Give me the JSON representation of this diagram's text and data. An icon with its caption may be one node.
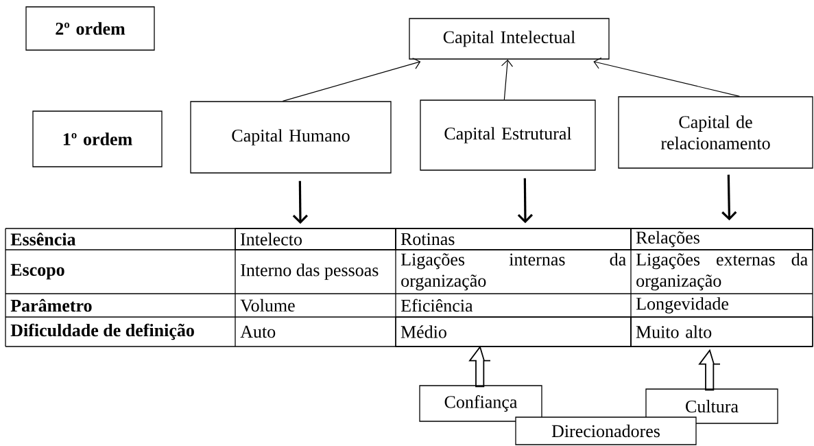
{
  "diagram": {
    "nodes": [
      {
        "text": [
          "2º ordem"
        ]
      },
      {
        "text": [
          "Capital Intelectual"
        ]
      },
      {
        "text": [
          "1º ordem"
        ]
      },
      {
        "text": [
          "Capital Humano"
        ]
      },
      {
        "text": [
          "Capital Estrutural"
        ]
      },
      {
        "text": [
          "Capital de relacionamento"
        ]
      },
      {
        "text": [
          "Intelecto"
        ]
      },
      {
        "text": [
          "Rotinas"
        ]
      },
      {
        "text": [
          "Relações"
        ]
      },
      {
        "text": [
          "Médio"
        ]
      },
      {
        "text": [
          "Muito alto"
        ]
      },
      {
        "text": [
          "Confiança"
        ]
      },
      {
        "text": [
          "Cultura"
        ]
      },
      {
        "text": [
          "Direcionadores"
        ]
      }
    ],
    "edges": [
      {
        "from": 3,
        "to": 1,
        "arrow": "to"
      },
      {
        "from": 4,
        "to": 1,
        "arrow": "to"
      },
      {
        "from": 5,
        "to": 1,
        "arrow": "to"
      },
      {
        "from": 3,
        "to": 6,
        "arrow": "to",
        "style": "thick"
      },
      {
        "from": 4,
        "to": 7,
        "arrow": "to",
        "style": "thick"
      },
      {
        "from": 5,
        "to": 8,
        "arrow": "to",
        "style": "thick"
      },
      {
        "from": 11,
        "to": 9,
        "arrow": "to"
      },
      {
        "from": 12,
        "to": 10,
        "arrow": "to"
      }
    ],
    "labels": [
      "Essência",
      "Escopo",
      "Interno das pessoas",
      "Ligações internas da organização",
      "Ligações externas da organização",
      "Parâmetro",
      "Volume",
      "Eficiência",
      "Longevidade",
      "Dificuldade de definição",
      "Auto"
    ]
  }
}
